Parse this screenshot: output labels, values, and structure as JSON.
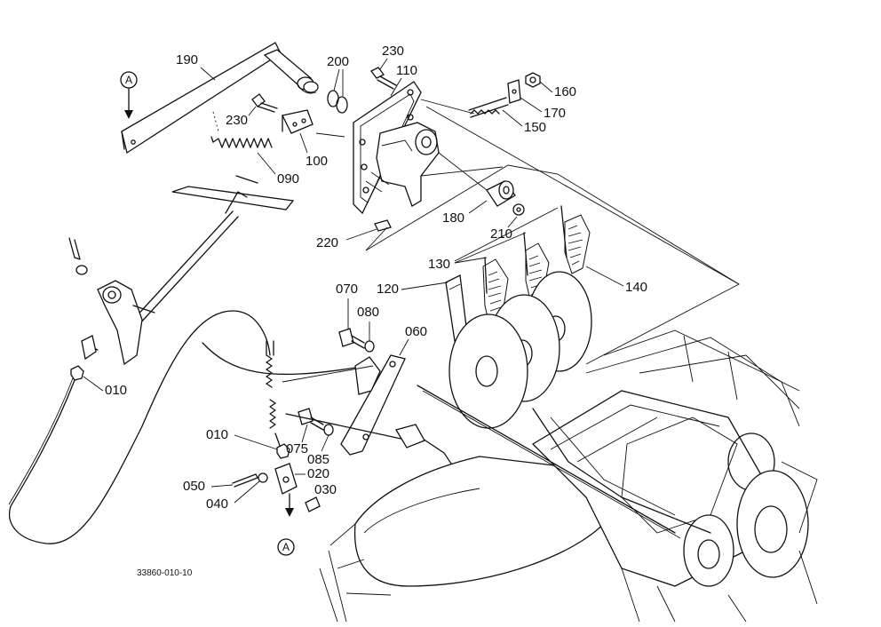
{
  "labels": {
    "p190": "190",
    "p200": "200",
    "p230a": "230",
    "p110": "110",
    "p160": "160",
    "p170": "170",
    "p150": "150",
    "p230b": "230",
    "p100": "100",
    "p090": "090",
    "p180": "180",
    "p210": "210",
    "p220": "220",
    "p130": "130",
    "p140": "140",
    "p070": "070",
    "p080": "080",
    "p120": "120",
    "p060": "060",
    "p010a": "010",
    "p010b": "010",
    "p075": "075",
    "p085": "085",
    "p020": "020",
    "p050": "050",
    "p030": "030",
    "p040": "040"
  },
  "refs": {
    "top": "A",
    "bottom": "A"
  },
  "drawing_code": "33860-010-10",
  "colors": {
    "ink": "#111111",
    "paper": "#ffffff"
  }
}
